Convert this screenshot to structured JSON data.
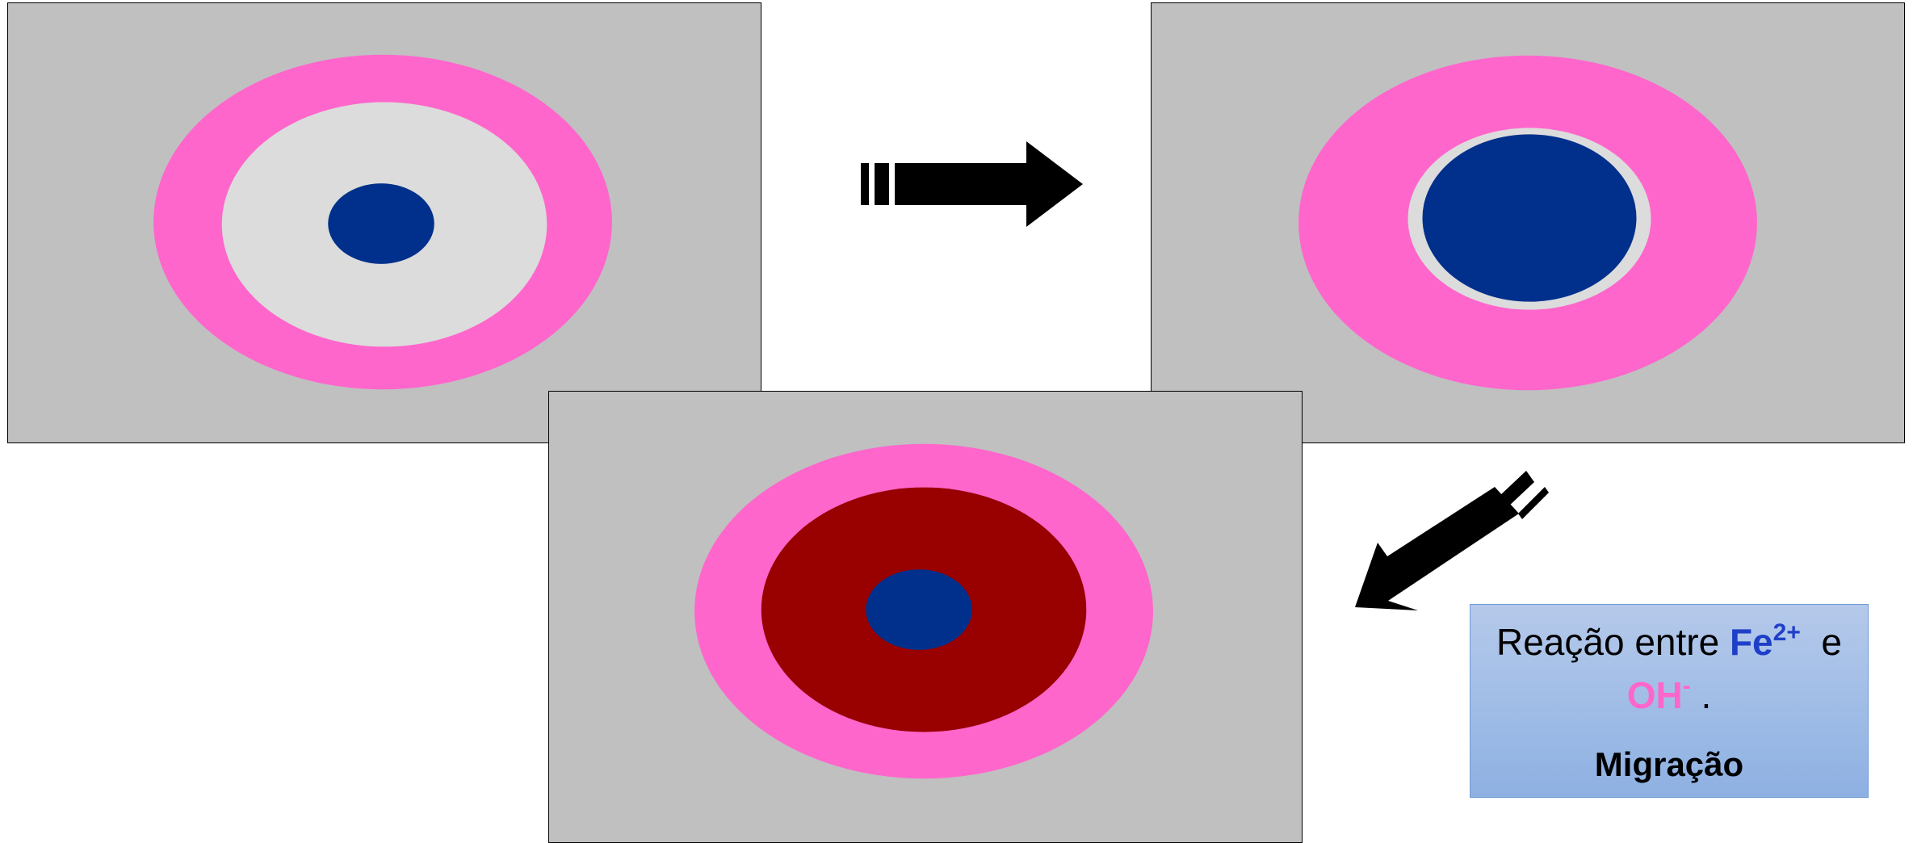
{
  "colors": {
    "background_gray": "#c0c0c0",
    "pink_ring": "#ff66cc",
    "light_gray_ring": "#dcdcdc",
    "blue_core": "#00308c",
    "dark_red_ring": "#990000",
    "arrow_black": "#000000",
    "fe_text_blue": "#1e40c8",
    "oh_text_pink": "#ff66cc",
    "box_fill": "#a8c2e8",
    "box_border": "#6f9bd6"
  },
  "panels": [
    {
      "id": "panel-1",
      "layers": [
        "pink_ring",
        "light_gray_ring",
        "blue_core"
      ]
    },
    {
      "id": "panel-2",
      "layers": [
        "pink_ring",
        "light_gray_ring",
        "blue_core"
      ]
    },
    {
      "id": "panel-3",
      "layers": [
        "pink_ring",
        "dark_red_ring",
        "blue_core"
      ]
    }
  ],
  "arrows": [
    {
      "id": "arrow-right",
      "direction": "right",
      "icon": "striped-right-arrow-icon"
    },
    {
      "id": "arrow-down-left",
      "direction": "down-left",
      "icon": "striped-down-left-arrow-icon"
    }
  ],
  "info_box": {
    "line1_prefix": "Reação entre ",
    "fe_symbol": "Fe",
    "fe_charge": "2+",
    "connector": " e",
    "oh_symbol": "OH",
    "oh_charge": "-",
    "line2_suffix": " .",
    "title": "Migração"
  }
}
